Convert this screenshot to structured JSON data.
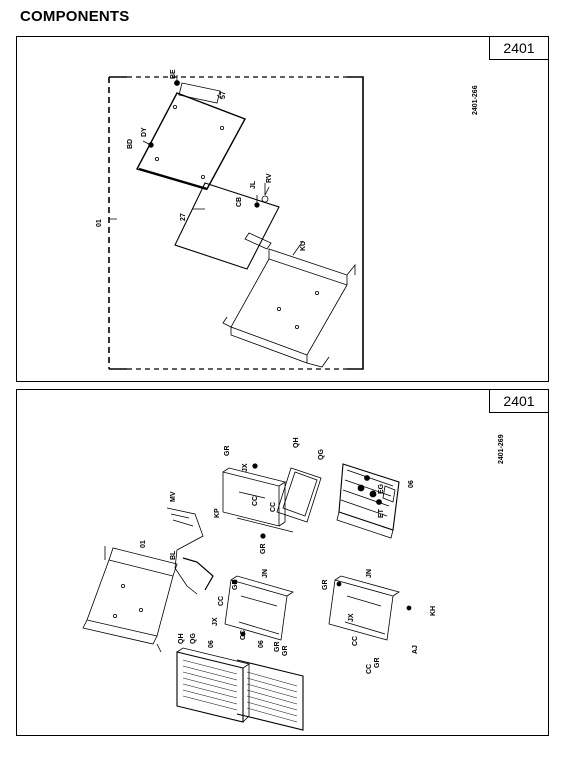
{
  "page": {
    "title": "COMPONENTS"
  },
  "top_panel": {
    "number": "2401",
    "ref": "2401-266",
    "labels": {
      "BE": "BE",
      "S7": "57",
      "BD": "BD",
      "DY": "DY",
      "JL": "JL",
      "RV": "RV",
      "CB": "CB",
      "N27": "27",
      "KU": "KU",
      "N01": "01"
    }
  },
  "bottom_panel": {
    "number": "2401",
    "ref": "2401-269",
    "labels": {
      "GR1": "GR",
      "JX1": "JX",
      "QH1": "QH",
      "QG1": "QG",
      "N06a": "06",
      "EG": "EG",
      "ET": "ET",
      "KP": "KP",
      "CC1": "CC",
      "CC2": "CC",
      "GR2": "GR",
      "MV": "MV",
      "N01": "01",
      "BL": "BL",
      "JN1": "JN",
      "GR3": "GR",
      "CC3": "CC",
      "JX2": "JX",
      "CC4": "CC",
      "GR4": "GR",
      "JN2": "JN",
      "GR5": "GR",
      "KH": "KH",
      "JX3": "JX",
      "CC5": "CC",
      "CC6": "CC",
      "GR6": "GR",
      "AJ": "AJ",
      "QH2": "QH",
      "QG2": "QG",
      "N06b": "06",
      "N06c": "06",
      "GR7": "GR"
    }
  }
}
